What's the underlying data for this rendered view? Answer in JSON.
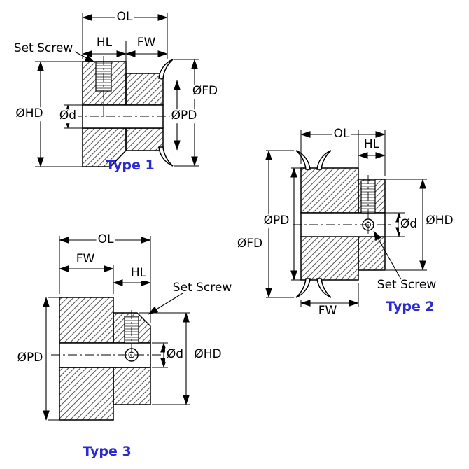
{
  "colors": {
    "background": "#ffffff",
    "line": "#000000",
    "type_label": "#2b2bd0"
  },
  "views": {
    "type1": {
      "title": "Type 1",
      "labels": {
        "ol": "OL",
        "hl": "HL",
        "fw": "FW",
        "set_screw": "Set Screw",
        "fd": "ØFD",
        "pd": "ØPD",
        "hd": "ØHD",
        "d": "Ød"
      }
    },
    "type2": {
      "title": "Type 2",
      "labels": {
        "ol": "OL",
        "hl": "HL",
        "fw": "FW",
        "set_screw": "Set Screw",
        "fd": "ØFD",
        "pd": "ØPD",
        "hd": "ØHD",
        "d": "Ød"
      }
    },
    "type3": {
      "title": "Type 3",
      "labels": {
        "ol": "OL",
        "hl": "HL",
        "fw": "FW",
        "set_screw": "Set Screw",
        "pd": "ØPD",
        "hd": "ØHD",
        "d": "Ød"
      }
    }
  }
}
